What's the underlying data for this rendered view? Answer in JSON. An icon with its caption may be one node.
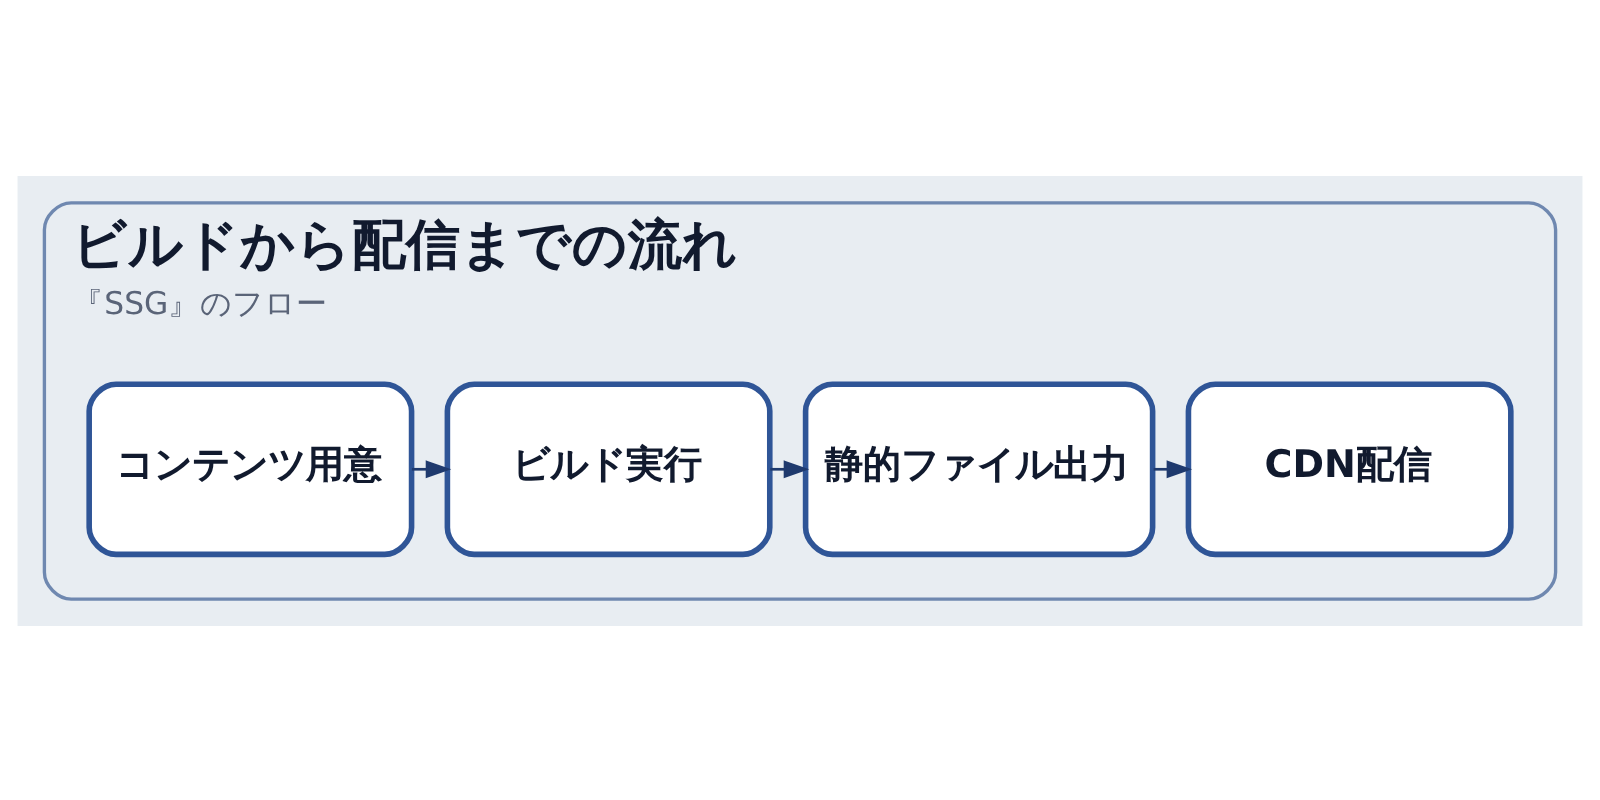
{
  "diagram": {
    "nodes": [
      {
        "text": [
          "ビルドから配信までの流れ",
          "『SSG』のフロー"
        ]
      },
      {
        "text": [
          "コンテンツ用意"
        ],
        "in": 0
      },
      {
        "text": [
          "ビルド実行"
        ],
        "in": 0
      },
      {
        "text": [
          "静的ファイル出力"
        ],
        "in": 0
      },
      {
        "text": [
          "CDN配信"
        ],
        "in": 0
      }
    ],
    "edges": [
      {
        "from": 1,
        "to": 2,
        "arrow": "to"
      },
      {
        "from": 2,
        "to": 3,
        "arrow": "to"
      },
      {
        "from": 3,
        "to": 4,
        "arrow": "to"
      }
    ]
  }
}
